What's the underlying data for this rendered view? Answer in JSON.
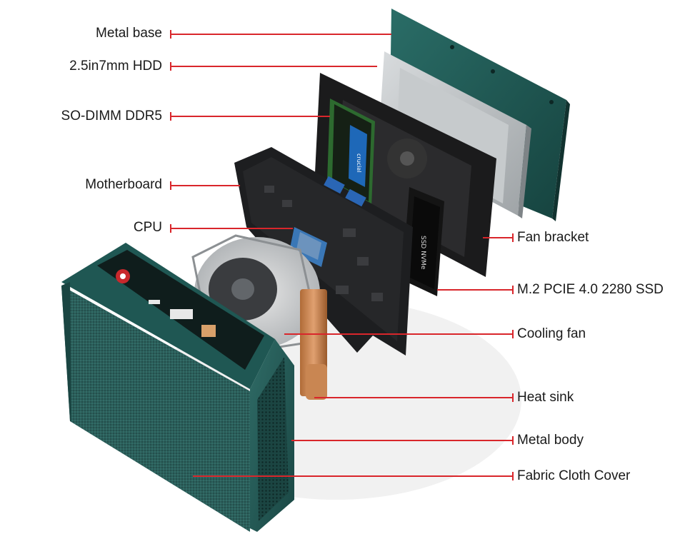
{
  "diagram": {
    "accent_color": "#d9262b",
    "device_color": "#1f5a56",
    "left_labels": [
      {
        "id": "metal-base",
        "text": "Metal base"
      },
      {
        "id": "hdd",
        "text": "2.5in7mm HDD"
      },
      {
        "id": "so-dimm",
        "text": "SO-DIMM DDR5"
      },
      {
        "id": "motherboard",
        "text": "Motherboard"
      },
      {
        "id": "cpu",
        "text": "CPU"
      }
    ],
    "right_labels": [
      {
        "id": "fan-bracket",
        "text": "Fan bracket"
      },
      {
        "id": "ssd",
        "text": "M.2 PCIE 4.0 2280 SSD"
      },
      {
        "id": "cooling-fan",
        "text": "Cooling fan"
      },
      {
        "id": "heat-sink",
        "text": "Heat sink"
      },
      {
        "id": "metal-body",
        "text": "Metal body"
      },
      {
        "id": "fabric-cover",
        "text": "Fabric Cloth Cover"
      }
    ],
    "component_marks": {
      "ram_brand": "crucial",
      "ssd_text": "SSD NVMe"
    }
  }
}
